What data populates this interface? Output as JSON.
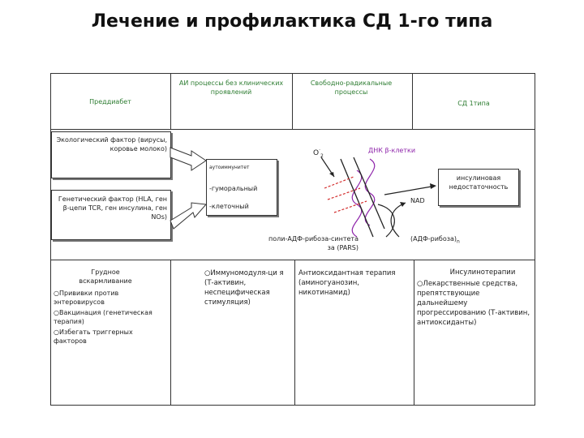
{
  "title": "Лечение и профилактика СД 1-го типа",
  "header": {
    "col1": "Преддиабет",
    "col2": "АИ процессы без клинических проявлений",
    "col3": "Свободно-радикальные процессы",
    "col4": "СД 1типа"
  },
  "middle": {
    "eco_factor": "Экологический фактор (вирусы, коровье молоко)",
    "genetic_factor": "Генетический фактор (HLA, ген β-цепи TCR, ген инсулина, ген NOs)",
    "autoimmunity": "аутоиммунитет",
    "humoral": "-гуморальный",
    "cellular": "-клеточный",
    "o2": "O",
    "dna": "ДНК β-клетки",
    "insulin_deficiency": "инсулиновая недостаточность",
    "nad": "NAD",
    "pars": "поли-АДФ-рибоза-синтета за (PARS)",
    "adp_ribose": "(АДФ-рибоза)",
    "adp_sub": "n"
  },
  "bottom": {
    "col1_title": "Грудное вскармливание",
    "col1_items": [
      "Прививки против энтеровирусов",
      "Вакцинация (генетическая терапия)",
      "Избегать триггерных факторов"
    ],
    "col2_item": "Иммуномодуля-ци я (Т-активин, неспецифическая стимуляция)",
    "col3_text": "Антиоксидантная терапия (аминогуанозин, никотинамид)",
    "col4_title": "Инсулинотерапии",
    "col4_item": "Лекарственные средства, препятствующие дальнейшему прогрессированию (Т-активин, антиоксиданты)"
  },
  "colors": {
    "accent_green": "#2e7d32",
    "accent_purple": "#8e24aa",
    "dna_strand": "#8e24aa",
    "dash_red": "#d32f2f"
  }
}
